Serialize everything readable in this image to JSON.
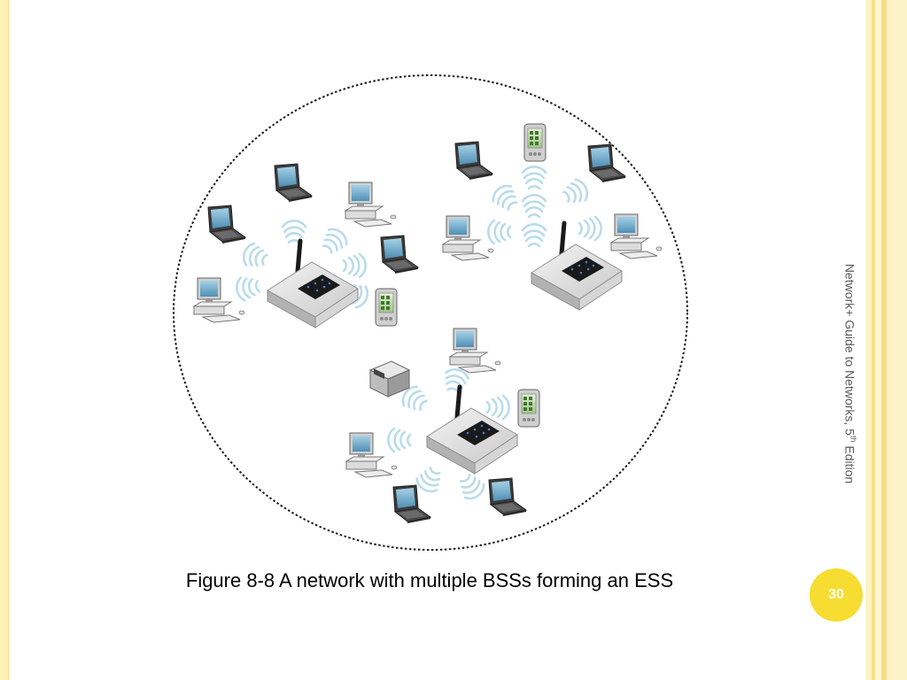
{
  "slide": {
    "caption": "Figure 8-8 A network with multiple BSSs forming an ESS",
    "side_title_main": "Network+ Guide to Networks, 5",
    "side_title_sup": "th",
    "side_title_end": " Edition",
    "page_number": "30"
  },
  "colors": {
    "accent_yellow": "#f7dc31",
    "border_cream": "#fdf1b8",
    "signal_blue": "#b9dcec",
    "screen_blue": "#7fb5d3"
  },
  "diagram": {
    "boundary": "ESS dotted ellipse",
    "access_points": [
      {
        "id": "ap-1",
        "icon": "wireless-access-point-icon",
        "clients": [
          "laptop-icon",
          "laptop-icon",
          "desktop-computer-icon",
          "desktop-computer-icon",
          "laptop-icon",
          "pda-icon"
        ]
      },
      {
        "id": "ap-2",
        "icon": "wireless-access-point-icon",
        "clients": [
          "laptop-icon",
          "pda-icon",
          "laptop-icon",
          "desktop-computer-icon",
          "desktop-computer-icon"
        ]
      },
      {
        "id": "ap-3",
        "icon": "wireless-access-point-icon",
        "clients": [
          "printer-icon",
          "desktop-computer-icon",
          "pda-icon",
          "desktop-computer-icon",
          "laptop-icon",
          "laptop-icon"
        ]
      }
    ]
  }
}
